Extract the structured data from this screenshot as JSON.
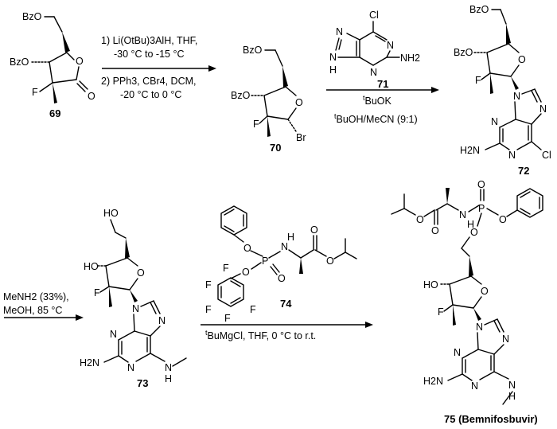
{
  "compounds": {
    "c69": "69",
    "c70": "70",
    "c71": "71",
    "c72": "72",
    "c73": "73",
    "c74": "74",
    "c75": "75 (Bemnifosbuvir)"
  },
  "conditions": {
    "step1_line1": "1) Li(OtBu)3AlH, THF,",
    "step1_line2": "-30 °C to -15 °C",
    "step1_line3": "2) PPh3, CBr4, DCM,",
    "step1_line4": "-20 °C to 0 °C",
    "step2_base": "BuOK",
    "step2_solvent": "BuOH/MeCN (9:1)",
    "step2_tbu_prefix": "t",
    "step3_line1": "MeNH2 (33%),",
    "step3_line2": "MeOH, 85 °C",
    "step4": "BuMgCl, THF, 0 °C to r.t.",
    "step4_tbu_prefix": "t"
  },
  "atoms": {
    "BzO": "BzO",
    "O": "O",
    "F": "F",
    "Br": "Br",
    "N": "N",
    "H": "H",
    "Cl": "Cl",
    "NH2": "NH2",
    "H2N": "H2N",
    "HO": "HO",
    "P": "P"
  }
}
